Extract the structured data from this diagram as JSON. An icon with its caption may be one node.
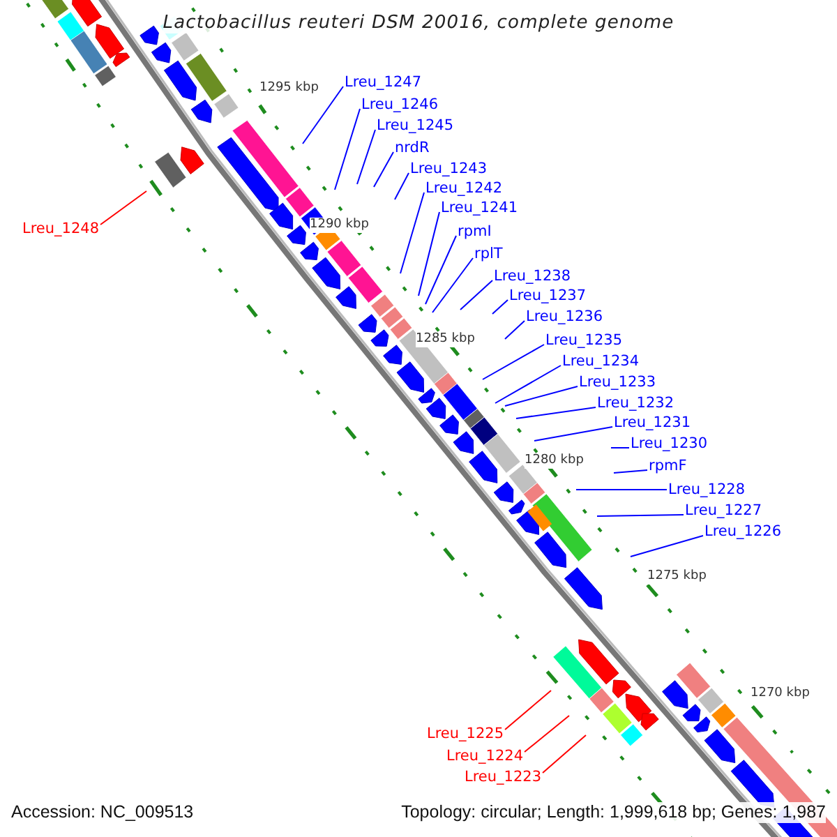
{
  "diagram": {
    "title": "Lactobacillus reuteri DSM 20016, complete genome",
    "nodes": [
      {
        "text": [
          "Lreu_1247"
        ]
      },
      {
        "text": [
          "Lreu_1246"
        ]
      },
      {
        "text": [
          "Lreu_1245"
        ]
      },
      {
        "text": [
          "nrdR"
        ]
      },
      {
        "text": [
          "Lreu_1243"
        ]
      },
      {
        "text": [
          "Lreu_1242"
        ]
      },
      {
        "text": [
          "Lreu_1241"
        ]
      },
      {
        "text": [
          "Lreu_1248"
        ]
      },
      {
        "text": [
          "rpmI"
        ]
      },
      {
        "text": [
          "rplT"
        ]
      },
      {
        "text": [
          "Lreu_1238"
        ]
      },
      {
        "text": [
          "Lreu_1237"
        ]
      },
      {
        "text": [
          "Lreu_1236"
        ]
      },
      {
        "text": [
          "Lreu_1235"
        ]
      },
      {
        "text": [
          "Lreu_1234"
        ]
      },
      {
        "text": [
          "Lreu_1233"
        ]
      },
      {
        "text": [
          "Lreu_1232"
        ]
      },
      {
        "text": [
          "Lreu_1231"
        ]
      },
      {
        "text": [
          "Lreu_1230"
        ]
      },
      {
        "text": [
          "rpmF"
        ]
      },
      {
        "text": [
          "Lreu_1228"
        ]
      },
      {
        "text": [
          "Lreu_1227"
        ]
      },
      {
        "text": [
          "Lreu_1226"
        ]
      },
      {
        "text": [
          "Lreu_1225"
        ]
      },
      {
        "text": [
          "Lreu_1224"
        ]
      },
      {
        "text": [
          "Lreu_1223"
        ]
      }
    ],
    "edges": [
      {
        "from": 0,
        "to": null,
        "arrow": "none"
      },
      {
        "from": 1,
        "to": null,
        "arrow": "none"
      },
      {
        "from": 2,
        "to": null,
        "arrow": "none"
      },
      {
        "from": 3,
        "to": null,
        "arrow": "none"
      },
      {
        "from": 4,
        "to": null,
        "arrow": "none"
      },
      {
        "from": 5,
        "to": null,
        "arrow": "none"
      },
      {
        "from": 6,
        "to": null,
        "arrow": "none"
      },
      {
        "from": 7,
        "to": null,
        "arrow": "none",
        "color": "#ff0000"
      },
      {
        "from": 8,
        "to": null,
        "arrow": "none"
      },
      {
        "from": 9,
        "to": null,
        "arrow": "none"
      },
      {
        "from": 10,
        "to": null,
        "arrow": "none"
      },
      {
        "from": 11,
        "to": null,
        "arrow": "none"
      },
      {
        "from": 12,
        "to": null,
        "arrow": "none"
      },
      {
        "from": 13,
        "to": null,
        "arrow": "none"
      },
      {
        "from": 14,
        "to": null,
        "arrow": "none"
      },
      {
        "from": 15,
        "to": null,
        "arrow": "none"
      },
      {
        "from": 16,
        "to": null,
        "arrow": "none"
      },
      {
        "from": 17,
        "to": null,
        "arrow": "none"
      },
      {
        "from": 18,
        "to": null,
        "arrow": "none"
      },
      {
        "from": 19,
        "to": null,
        "arrow": "none"
      },
      {
        "from": 20,
        "to": null,
        "arrow": "none"
      },
      {
        "from": 21,
        "to": null,
        "arrow": "none"
      },
      {
        "from": 22,
        "to": null,
        "arrow": "none"
      },
      {
        "from": 23,
        "to": null,
        "arrow": "none",
        "color": "#ff0000"
      },
      {
        "from": 24,
        "to": null,
        "arrow": "none",
        "color": "#ff0000"
      },
      {
        "from": 25,
        "to": null,
        "arrow": "none",
        "color": "#ff0000"
      }
    ],
    "labels": [
      "1295 kbp",
      "1290 kbp",
      "1285 kbp",
      "1280 kbp",
      "1275 kbp",
      "1270 kbp",
      "Accession: NC_009513",
      "Topology: circular; Length: 1,999,618 bp; Genes: 1,987"
    ]
  }
}
